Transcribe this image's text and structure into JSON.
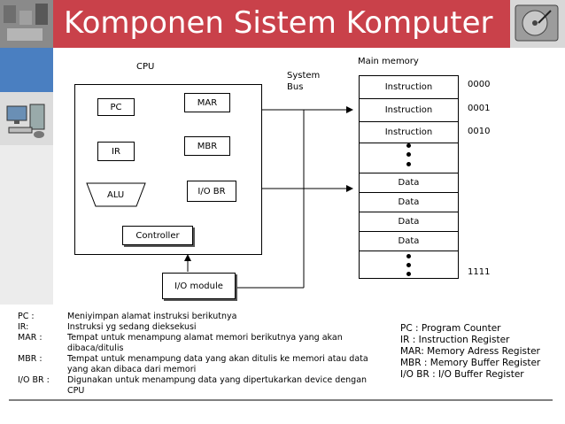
{
  "title": "Komponen Sistem Komputer",
  "diagram": {
    "cpu_label": "CPU",
    "system_bus_label": [
      "System",
      "Bus"
    ],
    "main_memory_label": "Main memory",
    "registers": {
      "pc": "PC",
      "mar": "MAR",
      "ir": "IR",
      "mbr": "MBR",
      "alu": "ALU",
      "iobr": "I/O BR"
    },
    "controller": "Controller",
    "io_module": "I/O module",
    "memory_cells": [
      "Instruction",
      "Instruction",
      "Instruction",
      "Data",
      "Data",
      "Data",
      "Data"
    ],
    "addresses": [
      "0000",
      "0001",
      "0010",
      "1111"
    ]
  },
  "definitions": [
    {
      "term": "PC :",
      "desc": "Meniyimpan alamat instruksi berikutnya"
    },
    {
      "term": "IR:",
      "desc": "Instruksi yg sedang dieksekusi"
    },
    {
      "term": "MAR :",
      "desc": "Tempat untuk menampung alamat memori berikutnya yang akan dibaca/ditulis"
    },
    {
      "term": "MBR :",
      "desc": "Tempat untuk menampung data yang akan ditulis ke memori atau data yang akan dibaca dari memori"
    },
    {
      "term": "I/O BR :",
      "desc": "Digunakan untuk menampung data yang dipertukarkan device dengan CPU"
    }
  ],
  "abbreviations": [
    "PC : Program Counter",
    "IR : Instruction Register",
    "MAR: Memory Adress Register",
    "MBR : Memory Buffer Register",
    "I/O BR : I/O Buffer Register"
  ],
  "colors": {
    "title_bar": "#c9414a",
    "left_strip": "#4a7fc1",
    "gray_strip": "#c8c8c8"
  }
}
